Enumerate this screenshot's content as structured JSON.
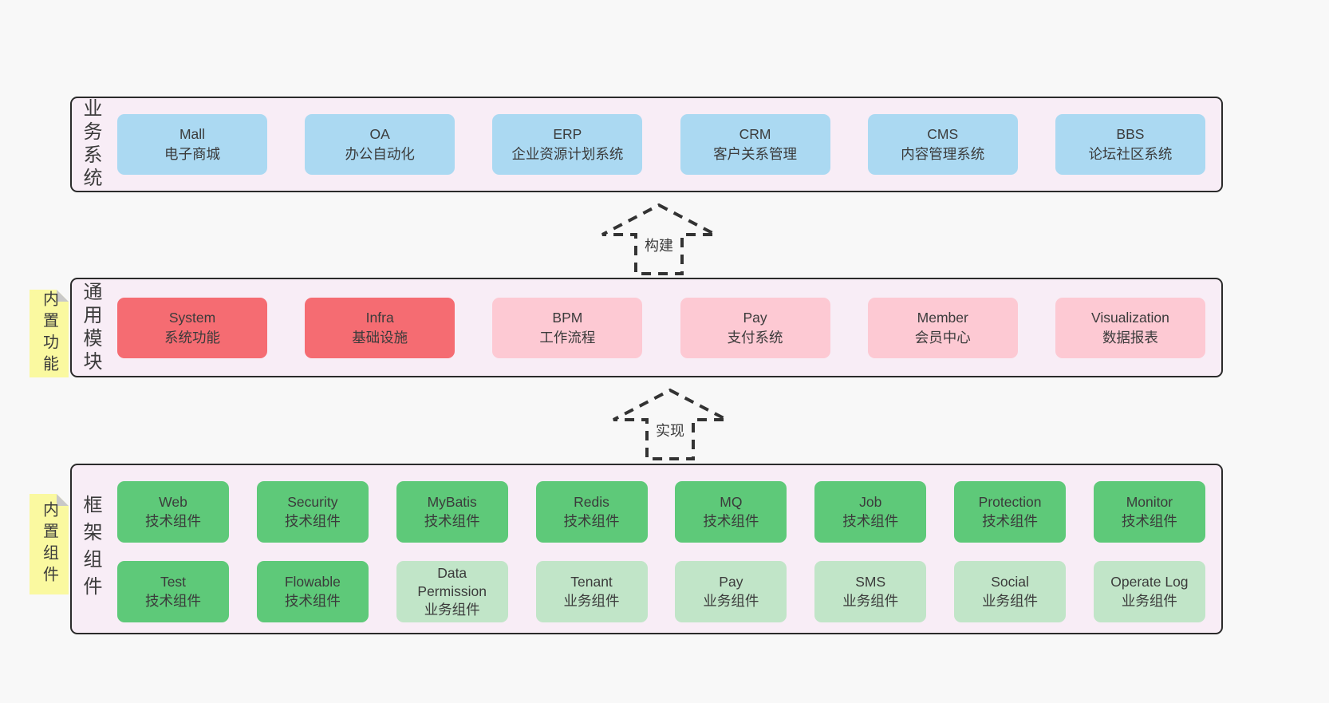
{
  "diagram": {
    "arrows": [
      {
        "label": "构建"
      },
      {
        "label": "实现"
      }
    ],
    "layers": {
      "business": {
        "side_label": "业务系统",
        "boxes": [
          {
            "name": "Mall",
            "desc": "电子商城"
          },
          {
            "name": "OA",
            "desc": "办公自动化"
          },
          {
            "name": "ERP",
            "desc": "企业资源计划系统"
          },
          {
            "name": "CRM",
            "desc": "客户关系管理"
          },
          {
            "name": "CMS",
            "desc": "内容管理系统"
          },
          {
            "name": "BBS",
            "desc": "论坛社区系统"
          }
        ]
      },
      "modules": {
        "side_label": "通用模块",
        "sticky_label": "内置功能",
        "boxes": [
          {
            "name": "System",
            "desc": "系统功能"
          },
          {
            "name": "Infra",
            "desc": "基础设施"
          },
          {
            "name": "BPM",
            "desc": "工作流程"
          },
          {
            "name": "Pay",
            "desc": "支付系统"
          },
          {
            "name": "Member",
            "desc": "会员中心"
          },
          {
            "name": "Visualization",
            "desc": "数据报表"
          }
        ]
      },
      "components": {
        "side_label": "框架组件",
        "sticky_label": "内置组件",
        "row1": [
          {
            "name": "Web",
            "desc": "技术组件"
          },
          {
            "name": "Security",
            "desc": "技术组件"
          },
          {
            "name": "MyBatis",
            "desc": "技术组件"
          },
          {
            "name": "Redis",
            "desc": "技术组件"
          },
          {
            "name": "MQ",
            "desc": "技术组件"
          },
          {
            "name": "Job",
            "desc": "技术组件"
          },
          {
            "name": "Protection",
            "desc": "技术组件"
          },
          {
            "name": "Monitor",
            "desc": "技术组件"
          }
        ],
        "row2": [
          {
            "name": "Test",
            "desc": "技术组件"
          },
          {
            "name": "Flowable",
            "desc": "技术组件"
          },
          {
            "name": "Data Permission",
            "desc": "业务组件"
          },
          {
            "name": "Tenant",
            "desc": "业务组件"
          },
          {
            "name": "Pay",
            "desc": "业务组件"
          },
          {
            "name": "SMS",
            "desc": "业务组件"
          },
          {
            "name": "Social",
            "desc": "业务组件"
          },
          {
            "name": "Operate Log",
            "desc": "业务组件"
          }
        ]
      }
    },
    "colors": {
      "blue_box": "#ABD9F2",
      "red_box": "#F56C72",
      "pink_box": "#FDC9D3",
      "green_dark_box": "#5EC979",
      "green_light_box": "#C1E5C8",
      "layer_background": "#F8EDF6",
      "sticky_yellow": "#FAF9A0",
      "page_background": "#F8F8F8",
      "border": "#2B2B2B",
      "text": "#3B3B3B"
    }
  }
}
